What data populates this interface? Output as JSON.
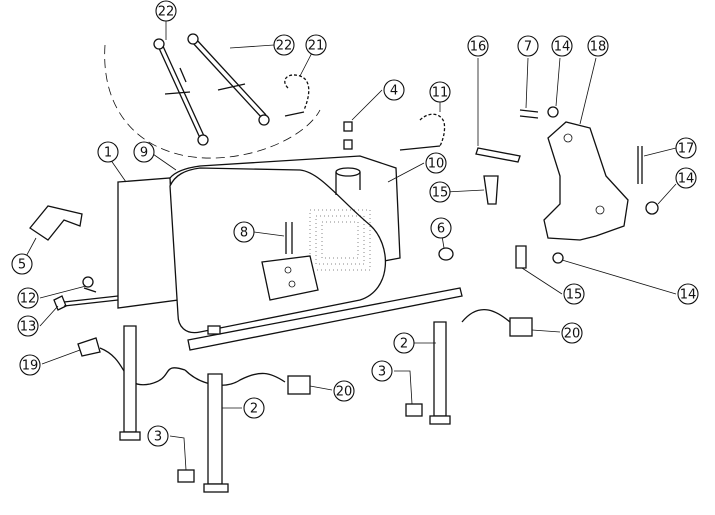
{
  "callouts": [
    {
      "id": "c22a",
      "label": "22"
    },
    {
      "id": "c22b",
      "label": "22"
    },
    {
      "id": "c21",
      "label": "21"
    },
    {
      "id": "c4",
      "label": "4"
    },
    {
      "id": "c11",
      "label": "11"
    },
    {
      "id": "c1",
      "label": "1"
    },
    {
      "id": "c9",
      "label": "9"
    },
    {
      "id": "c10",
      "label": "10"
    },
    {
      "id": "c8",
      "label": "8"
    },
    {
      "id": "c6",
      "label": "6"
    },
    {
      "id": "c5",
      "label": "5"
    },
    {
      "id": "c12",
      "label": "12"
    },
    {
      "id": "c13",
      "label": "13"
    },
    {
      "id": "c19",
      "label": "19"
    },
    {
      "id": "c2a",
      "label": "2"
    },
    {
      "id": "c2b",
      "label": "2"
    },
    {
      "id": "c3a",
      "label": "3"
    },
    {
      "id": "c3b",
      "label": "3"
    },
    {
      "id": "c20a",
      "label": "20"
    },
    {
      "id": "c20b",
      "label": "20"
    },
    {
      "id": "c16",
      "label": "16"
    },
    {
      "id": "c7",
      "label": "7"
    },
    {
      "id": "c14a",
      "label": "14"
    },
    {
      "id": "c18",
      "label": "18"
    },
    {
      "id": "c17",
      "label": "17"
    },
    {
      "id": "c14b",
      "label": "14"
    },
    {
      "id": "c15a",
      "label": "15"
    },
    {
      "id": "c15b",
      "label": "15"
    },
    {
      "id": "c14c",
      "label": "14"
    }
  ]
}
